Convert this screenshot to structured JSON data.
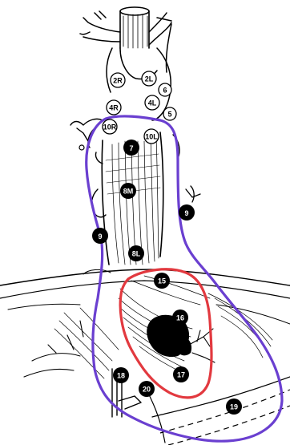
{
  "colors": {
    "ink": "#000000",
    "paper": "#ffffff",
    "blue_outline": "#6a3fd0",
    "red_outline": "#e2393f"
  },
  "stations": {
    "s2R": "2R",
    "s2L": "2L",
    "s4R": "4R",
    "s4L": "4L",
    "s5": "5",
    "s6": "6",
    "s10R": "10R",
    "s10L": "10L",
    "s7": "7",
    "s8M": "8M",
    "s8L": "8L",
    "s9_right": "9",
    "s9_left": "9",
    "s15": "15",
    "s16": "16",
    "s17": "17",
    "s18": "18",
    "s19": "19",
    "s20": "20"
  },
  "highlights": [
    {
      "name": "blue region outline",
      "color": "blue_outline"
    },
    {
      "name": "red region outline",
      "color": "red_outline"
    }
  ]
}
